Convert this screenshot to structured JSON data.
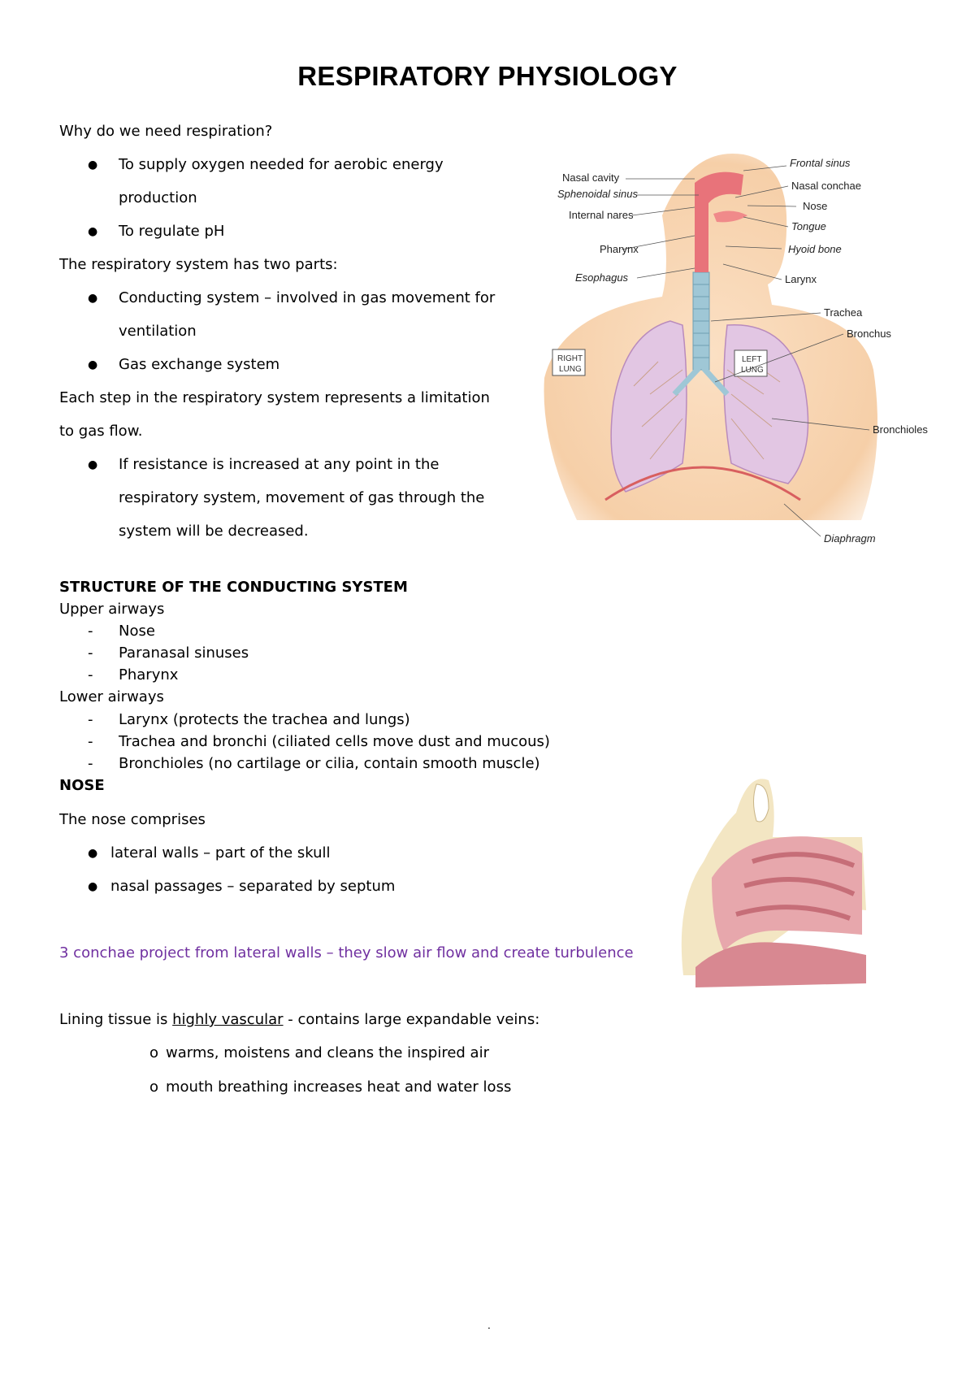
{
  "title": "RESPIRATORY PHYSIOLOGY",
  "intro": {
    "question": "Why do we need respiration?",
    "reasons": [
      "To supply oxygen needed for aerobic energy",
      "production",
      "To regulate pH"
    ],
    "parts_intro": "The respiratory system has two parts:",
    "parts": [
      "Conducting system – involved in gas movement for",
      "ventilation",
      "Gas exchange system"
    ],
    "limitation": [
      "Each step in the respiratory system represents a limitation",
      "to gas flow."
    ],
    "resistance": [
      "If resistance is increased at any point in the",
      "respiratory system, movement of gas through the",
      "system will be decreased."
    ]
  },
  "structure": {
    "heading": "STRUCTURE OF THE CONDUCTING SYSTEM",
    "upper_label": "Upper airways",
    "upper_items": [
      "Nose",
      "Paranasal sinuses",
      "Pharynx"
    ],
    "lower_label": "Lower airways",
    "lower_items": [
      "Larynx (protects the trachea and lungs)",
      "Trachea and bronchi (ciliated cells move dust and mucous)",
      "Bronchioles (no cartilage or cilia, contain smooth muscle)"
    ]
  },
  "nose": {
    "heading": "NOSE",
    "intro": "The nose comprises",
    "items": [
      "lateral walls – part of the skull",
      "nasal passages – separated by septum"
    ],
    "conchae_note": "3 conchae project from lateral walls – they slow air flow and create turbulence",
    "lining_prefix": "Lining tissue is ",
    "lining_underlined": "highly vascular",
    "lining_suffix": " - contains large expandable veins:",
    "sub_items": [
      "warms, moistens and cleans the inspired air",
      "mouth breathing increases heat and water loss"
    ]
  },
  "diagram": {
    "left_labels": [
      "Nasal cavity",
      "Sphenoidal sinus",
      "Internal nares",
      "Pharynx",
      "Esophagus"
    ],
    "right_labels": [
      "Frontal sinus",
      "Nasal conchae",
      "Nose",
      "Tongue",
      "Hyoid bone",
      "Larynx",
      "Trachea",
      "Bronchus",
      "Bronchioles",
      "Diaphragm"
    ],
    "lung_right": [
      "RIGHT",
      "LUNG"
    ],
    "lung_left": [
      "LEFT",
      "LUNG"
    ]
  },
  "footer": "."
}
